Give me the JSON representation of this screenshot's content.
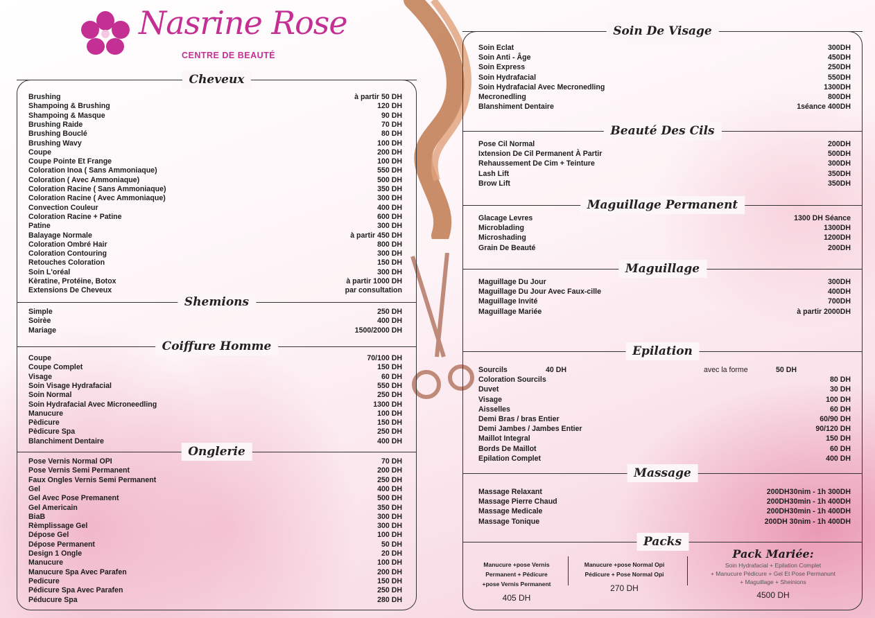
{
  "brand": {
    "name": "Nasrine Rose",
    "subtitle": "CENTRE DE BEAUTÉ",
    "color": "#c42f93"
  },
  "sections": [
    {
      "title": "Cheveux",
      "items": [
        {
          "name": "Brushing",
          "price": "à partir 50 DH"
        },
        {
          "name": "Shampoing & Brushing",
          "price": "120 DH"
        },
        {
          "name": "Shampoing &  Masque",
          "price": "90 DH"
        },
        {
          "name": "Brushing Raide",
          "price": "70 DH"
        },
        {
          "name": "Brushing Bouclé",
          "price": "80 DH"
        },
        {
          "name": "Brushing Wavy",
          "price": "100 DH"
        },
        {
          "name": "Coupe",
          "price": "200 DH"
        },
        {
          "name": "Coupe Pointe Et Frange",
          "price": "100 DH"
        },
        {
          "name": "Coloration Inoa ( Sans Ammoniaque)",
          "price": "550 DH"
        },
        {
          "name": "Coloration ( Avec Ammoniaque)",
          "price": "500 DH"
        },
        {
          "name": "Coloration Racine ( Sans Ammoniaque)",
          "price": "350 DH"
        },
        {
          "name": "Coloration Racine ( Avec Ammoniaque)",
          "price": "300 DH"
        },
        {
          "name": "Convection Couleur",
          "price": "400 DH"
        },
        {
          "name": "Coloration Racine + Patine",
          "price": "600 DH"
        },
        {
          "name": "Patine",
          "price": "300 DH"
        },
        {
          "name": "Balayage Normale",
          "price": "à partir 450 DH"
        },
        {
          "name": "Coloration Ombré Hair",
          "price": "800 DH"
        },
        {
          "name": "Coloration Contouring",
          "price": "300 DH"
        },
        {
          "name": "Retouches Coloration",
          "price": "150 DH"
        },
        {
          "name": "Soin L'oréal",
          "price": "300 DH"
        },
        {
          "name": "Kèratine, Protéine, Botox",
          "price": "à partir 1000 DH"
        },
        {
          "name": "Extensions De Cheveux",
          "price": "par consultation"
        }
      ]
    },
    {
      "title": "Shemions",
      "items": [
        {
          "name": "Simple",
          "price": "250 DH"
        },
        {
          "name": "Soirèe",
          "price": "400 DH"
        },
        {
          "name": "Mariage",
          "price": "1500/2000 DH"
        }
      ]
    },
    {
      "title": "Coiffure Homme",
      "items": [
        {
          "name": "Coupe",
          "price": "70/100 DH"
        },
        {
          "name": "Coupe  Complet",
          "price": "150 DH"
        },
        {
          "name": "Visage",
          "price": "60 DH"
        },
        {
          "name": "Soin Visage Hydrafacial",
          "price": "550 DH"
        },
        {
          "name": "Soin Normal",
          "price": "250 DH"
        },
        {
          "name": "Soin Hydrafacial Avec Microneedling",
          "price": "1300 DH"
        },
        {
          "name": "Manucure",
          "price": "100 DH"
        },
        {
          "name": "Pèdicure",
          "price": "150 DH"
        },
        {
          "name": "Pèdicure Spa",
          "price": "250 DH"
        },
        {
          "name": "Blanchiment Dentaire",
          "price": "400 DH"
        }
      ]
    },
    {
      "title": "Onglerie",
      "items": [
        {
          "name": "Pose Vernis  Normal  OPI",
          "price": "70 DH"
        },
        {
          "name": "Pose Vernis  Semi Permanent",
          "price": "200 DH"
        },
        {
          "name": "Faux  Ongles Vernis Semi Permanent",
          "price": "250 DH"
        },
        {
          "name": "Gel",
          "price": "400 DH"
        },
        {
          "name": "Gel Avec Pose Premanent",
          "price": "500 DH"
        },
        {
          "name": "Gel Americain",
          "price": "350 DH"
        },
        {
          "name": "BiaB",
          "price": "300 DH"
        },
        {
          "name": "Rèmplissage Gel",
          "price": "300 DH"
        },
        {
          "name": "Dépose Gel",
          "price": "100 DH"
        },
        {
          "name": "Dépose Permanent",
          "price": "50 DH"
        },
        {
          "name": "Design 1 Ongle",
          "price": "20 DH"
        },
        {
          "name": "Manucure",
          "price": "100 DH"
        },
        {
          "name": "Manucure Spa Avec Parafen",
          "price": "200 DH"
        },
        {
          "name": "Pedicure",
          "price": "150 DH"
        },
        {
          "name": "Pédicure Spa Avec Parafen",
          "price": "250 DH"
        },
        {
          "name": "Péducure Spa",
          "price": "280 DH"
        }
      ]
    },
    {
      "title": "Soin De Visage",
      "items": [
        {
          "name": "Soin Eclat",
          "price": "300DH"
        },
        {
          "name": "Soin Anti - Âge",
          "price": "450DH"
        },
        {
          "name": "Soin Express",
          "price": "250DH"
        },
        {
          "name": "Soin Hydrafacial",
          "price": "550DH"
        },
        {
          "name": "Soin Hydrafacial Avec Mecronedling",
          "price": "1300DH"
        },
        {
          "name": "Mecronedling",
          "price": "800DH"
        },
        {
          "name": "Blanshiment Dentaire",
          "price": "1séance 400DH"
        }
      ]
    },
    {
      "title": "Beauté Des Cils",
      "items": [
        {
          "name": "Pose Cil Normal",
          "price": "200DH"
        },
        {
          "name": "Ixtension De Cil Permanent À Partir",
          "price": "500DH"
        },
        {
          "name": "Rehaussement De Cim + Teinture",
          "price": "300DH"
        },
        {
          "name": "Lash Lift",
          "price": "350DH"
        },
        {
          "name": "Brow Lift",
          "price": "350DH"
        }
      ]
    },
    {
      "title": "Maguillage Permanent",
      "items": [
        {
          "name": "Glacage Levres",
          "price": "1300 DH Séance"
        },
        {
          "name": "Microblading",
          "price": "1300DH"
        },
        {
          "name": "Microshading",
          "price": "1200DH"
        },
        {
          "name": "Grain De Beauté",
          "price": "200DH"
        }
      ]
    },
    {
      "title": "Maguillage",
      "items": [
        {
          "name": "Maguillage Du Jour",
          "price": "300DH"
        },
        {
          "name": "Maguillage Du Jour Avec Faux-cille",
          "price": "400DH"
        },
        {
          "name": "Maguillage Invité",
          "price": "700DH"
        },
        {
          "name": "Maguillage Mariée",
          "price": "à  partir 2000DH"
        }
      ]
    },
    {
      "title": "Epilation",
      "items": [
        {
          "name": "Sourcils",
          "price": "40 DH",
          "extra_label": "avec  la forme",
          "extra_price": "50 DH"
        },
        {
          "name": "Coloration  Sourcils",
          "price": "80 DH"
        },
        {
          "name": "Duvet",
          "price": "30 DH"
        },
        {
          "name": "Visage",
          "price": "100 DH"
        },
        {
          "name": "Aisselles",
          "price": "60 DH"
        },
        {
          "name": "Demi Bras / bras Entier",
          "price": "60/90 DH"
        },
        {
          "name": "Demi Jambes  / Jambes Entier",
          "price": "90/120 DH"
        },
        {
          "name": "Maillot  Integral",
          "price": "150 DH"
        },
        {
          "name": "Bords De Maillot",
          "price": "60 DH"
        },
        {
          "name": "Epilation   Complet",
          "price": "400 DH"
        }
      ]
    },
    {
      "title": "Massage",
      "items": [
        {
          "name": "Massage Relaxant",
          "price": "200DH30nim - 1h 300DH"
        },
        {
          "name": "Massage Pierre Chaud",
          "price": "200DH30min - 1h 400DH"
        },
        {
          "name": "Massage Medicale",
          "price": "200DH30min - 1h 400DH"
        },
        {
          "name": "Massage Tonique",
          "price": "200DH 30nim - 1h 400DH"
        }
      ]
    }
  ],
  "packs": {
    "title": "Packs",
    "items": [
      {
        "lines": [
          "Manucure +pose Vernis",
          "Permanent  + Pédicure",
          "+pose  Vernis Permanent"
        ],
        "price": "405 DH"
      },
      {
        "lines": [
          "Manucure +pose Normal Opi",
          "Pédicure + Pose  Normal  Opi"
        ],
        "price": "270 DH"
      },
      {
        "heading": "Pack Mariée:",
        "lines": [
          "Soin Hydrafacial + Epilation Complet",
          "+ Manucure Pédicure + Gel Et Pose Permanunt",
          "+ Maguillage + Sheinions"
        ],
        "price": "4500 DH"
      }
    ]
  }
}
